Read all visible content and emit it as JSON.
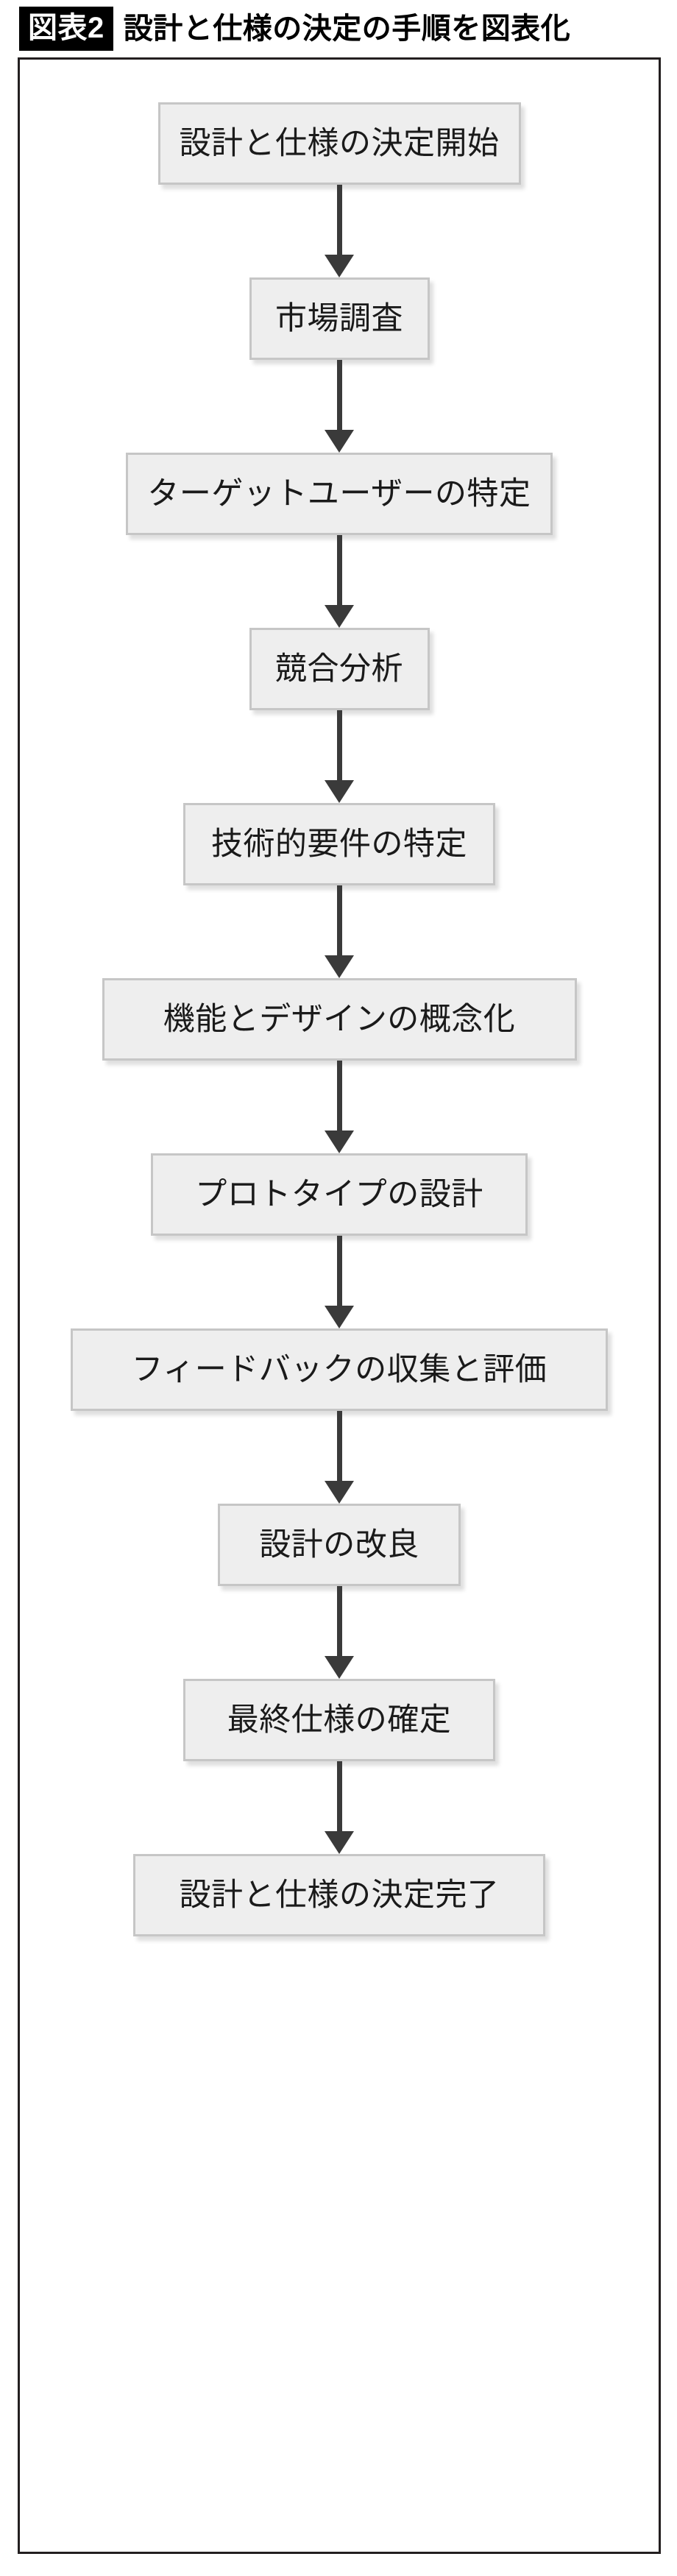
{
  "caption": {
    "badge": "図表2",
    "title": "設計と仕様の決定の手順を図表化"
  },
  "colors": {
    "node_fill": "#eeeeee",
    "node_border": "#c6c6c6",
    "arrow": "#3a3a3a",
    "frame_border": "#231f20",
    "badge_bg": "#000000",
    "badge_text": "#ffffff",
    "page_bg": "#ffffff"
  },
  "chart_data": {
    "type": "diagram",
    "subtype": "flowchart",
    "orientation": "vertical-top-to-bottom",
    "title": "設計と仕様の決定の手順を図表化",
    "node_count": 11,
    "edge_count": 10,
    "nodes": [
      {
        "id": 1,
        "label": "設計と仕様の決定開始",
        "shape": "rectangle",
        "role": "start"
      },
      {
        "id": 2,
        "label": "市場調査",
        "shape": "rectangle",
        "role": "process"
      },
      {
        "id": 3,
        "label": "ターゲットユーザーの特定",
        "shape": "rectangle",
        "role": "process"
      },
      {
        "id": 4,
        "label": "競合分析",
        "shape": "rectangle",
        "role": "process"
      },
      {
        "id": 5,
        "label": "技術的要件の特定",
        "shape": "rectangle",
        "role": "process"
      },
      {
        "id": 6,
        "label": "機能とデザインの概念化",
        "shape": "rectangle",
        "role": "process"
      },
      {
        "id": 7,
        "label": "プロトタイプの設計",
        "shape": "rectangle",
        "role": "process"
      },
      {
        "id": 8,
        "label": "フィードバックの収集と評価",
        "shape": "rectangle",
        "role": "process"
      },
      {
        "id": 9,
        "label": "設計の改良",
        "shape": "rectangle",
        "role": "process"
      },
      {
        "id": 10,
        "label": "最終仕様の確定",
        "shape": "rectangle",
        "role": "process"
      },
      {
        "id": 11,
        "label": "設計と仕様の決定完了",
        "shape": "rectangle",
        "role": "end"
      }
    ],
    "edges": [
      {
        "from": 1,
        "to": 2,
        "label": "",
        "style": "solid-arrow-down"
      },
      {
        "from": 2,
        "to": 3,
        "label": "",
        "style": "solid-arrow-down"
      },
      {
        "from": 3,
        "to": 4,
        "label": "",
        "style": "solid-arrow-down"
      },
      {
        "from": 4,
        "to": 5,
        "label": "",
        "style": "solid-arrow-down"
      },
      {
        "from": 5,
        "to": 6,
        "label": "",
        "style": "solid-arrow-down"
      },
      {
        "from": 6,
        "to": 7,
        "label": "",
        "style": "solid-arrow-down"
      },
      {
        "from": 7,
        "to": 8,
        "label": "",
        "style": "solid-arrow-down"
      },
      {
        "from": 8,
        "to": 9,
        "label": "",
        "style": "solid-arrow-down"
      },
      {
        "from": 9,
        "to": 10,
        "label": "",
        "style": "solid-arrow-down"
      },
      {
        "from": 10,
        "to": 11,
        "label": "",
        "style": "solid-arrow-down"
      }
    ]
  }
}
